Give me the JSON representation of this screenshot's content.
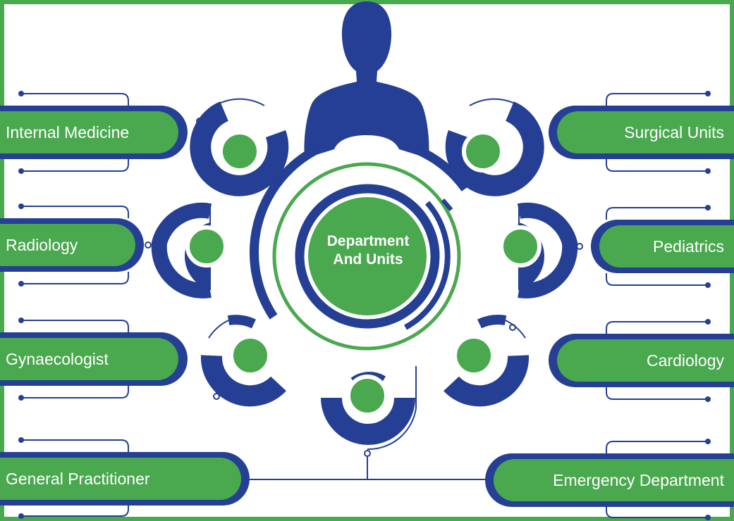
{
  "center": {
    "line1": "Department",
    "line2": "And Units"
  },
  "departments": {
    "internal_medicine": "Internal Medicine",
    "radiology": "Radiology",
    "gynaecologist": "Gynaecologist",
    "general_practitioner": "General Practitioner",
    "surgical_units": "Surgical Units",
    "pediatrics": "Pediatrics",
    "cardiology": "Cardiology",
    "emergency_department": "Emergency Department"
  },
  "icons": {
    "center_figure": "human-silhouette-icon",
    "node": "ring-segment-icon"
  },
  "colors": {
    "green": "#4aa84f",
    "navy": "#243f94",
    "frame_green": "#4aa84f",
    "background": "#ffffff"
  }
}
